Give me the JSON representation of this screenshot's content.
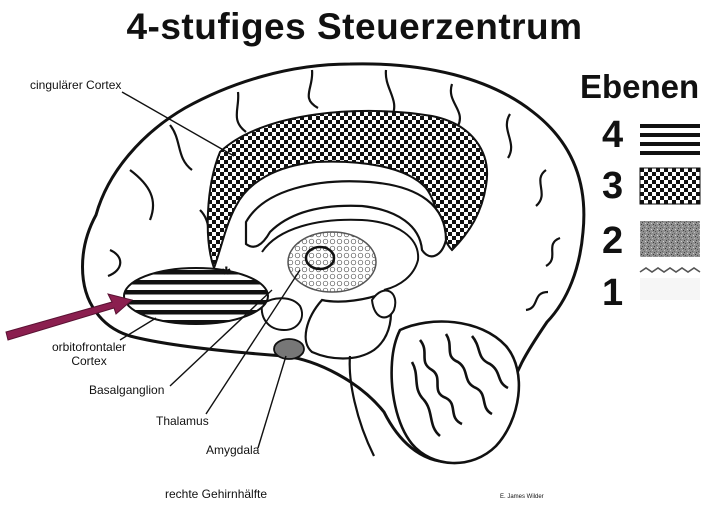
{
  "title": "4-stufiges Steuerzentrum",
  "labels": {
    "cingulate": "cingulärer Cortex",
    "orbitofrontal_line1": "orbitofrontaler",
    "orbitofrontal_line2": "Cortex",
    "basal": "Basalganglion",
    "thalamus": "Thalamus",
    "amygdala": "Amygdala",
    "hemisphere": "rechte Gehirnhälfte",
    "credit": "E. James Wilder"
  },
  "legend": {
    "title": "Ebenen",
    "levels": [
      "4",
      "3",
      "2",
      "1"
    ]
  },
  "colors": {
    "arrow": "#8b1f4f",
    "amygdala": "#777777",
    "outline": "#111111"
  }
}
